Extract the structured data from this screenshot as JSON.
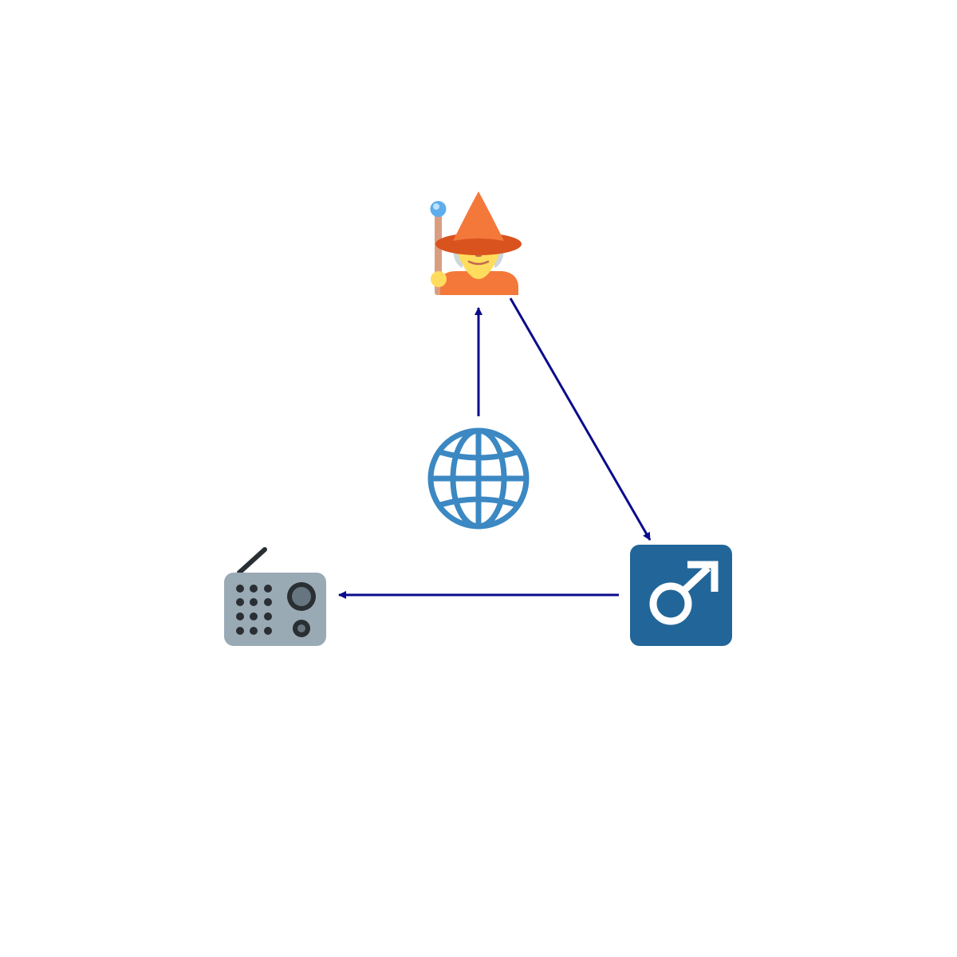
{
  "diagram": {
    "nodes": [
      {
        "id": "mage",
        "icon": "mage-icon"
      },
      {
        "id": "globe",
        "icon": "globe-with-meridians-icon"
      },
      {
        "id": "male",
        "icon": "male-sign-icon"
      },
      {
        "id": "radio",
        "icon": "radio-icon"
      }
    ],
    "edges": [
      {
        "from": "globe",
        "to": "mage"
      },
      {
        "from": "mage",
        "to": "male"
      },
      {
        "from": "male",
        "to": "radio"
      }
    ],
    "colors": {
      "edge": "#0b0b8c",
      "mage_hat": "#f4783a",
      "mage_hat_brim": "#d9531e",
      "mage_skin": "#ffdc5d",
      "mage_hair": "#ccd6dd",
      "mage_staff": "#d99e82",
      "mage_orb": "#5dadec",
      "globe": "#3b88c3",
      "male_bg": "#226699",
      "male_symbol": "#ffffff",
      "radio_body": "#99aab5",
      "radio_dark": "#292f33",
      "radio_knob": "#66757f"
    }
  }
}
